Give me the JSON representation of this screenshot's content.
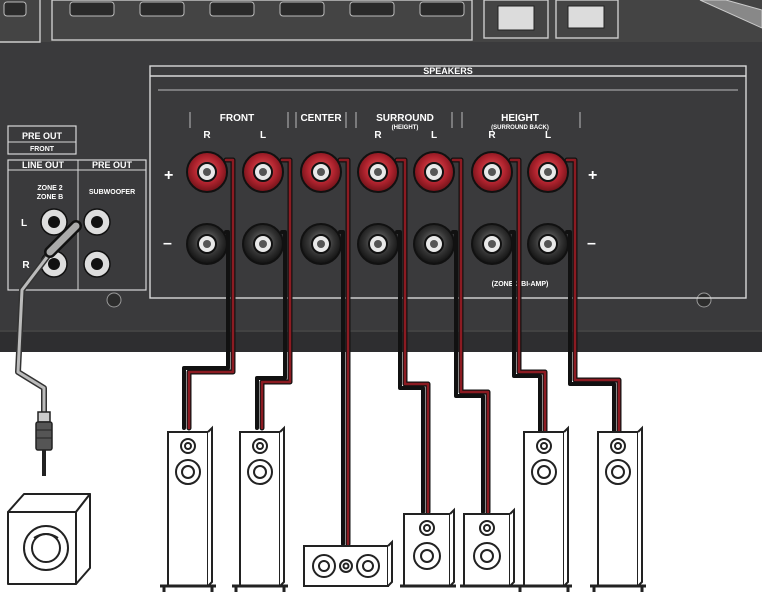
{
  "speakers_title": "SPEAKERS",
  "pre_out_front": {
    "title": "PRE OUT",
    "sub": "FRONT"
  },
  "line_out": {
    "title": "LINE OUT",
    "zone": "ZONE 2",
    "zone_b": "ZONE B",
    "left": "L",
    "right": "R"
  },
  "pre_out_sub": {
    "title": "PRE OUT",
    "label": "SUBWOOFER"
  },
  "groups": {
    "front": {
      "label": "FRONT",
      "r": "R",
      "l": "L"
    },
    "center": {
      "label": "CENTER"
    },
    "surround": {
      "label": "SURROUND",
      "sub": "(HEIGHT)",
      "r": "R",
      "l": "L"
    },
    "height": {
      "label": "HEIGHT",
      "sub": "(SURROUND BACK)",
      "r": "R",
      "l": "L"
    }
  },
  "plus_sign": "+",
  "minus_sign": "–",
  "zone2_biamp": "(ZONE 2/BI-AMP)",
  "colors": {
    "panel": "#3a3a3c",
    "panel_line": "#d8d8d8",
    "terminal_red": "#b0232e",
    "terminal_black": "#2a2a2a",
    "cable_red": "#8c1b22",
    "speaker_fill": "#ffffff",
    "speaker_stroke": "#222222"
  },
  "icons": [
    "terminal-icon",
    "rca-jack-icon",
    "speaker-icon",
    "subwoofer-icon",
    "center-speaker-icon",
    "rca-plug-icon"
  ]
}
